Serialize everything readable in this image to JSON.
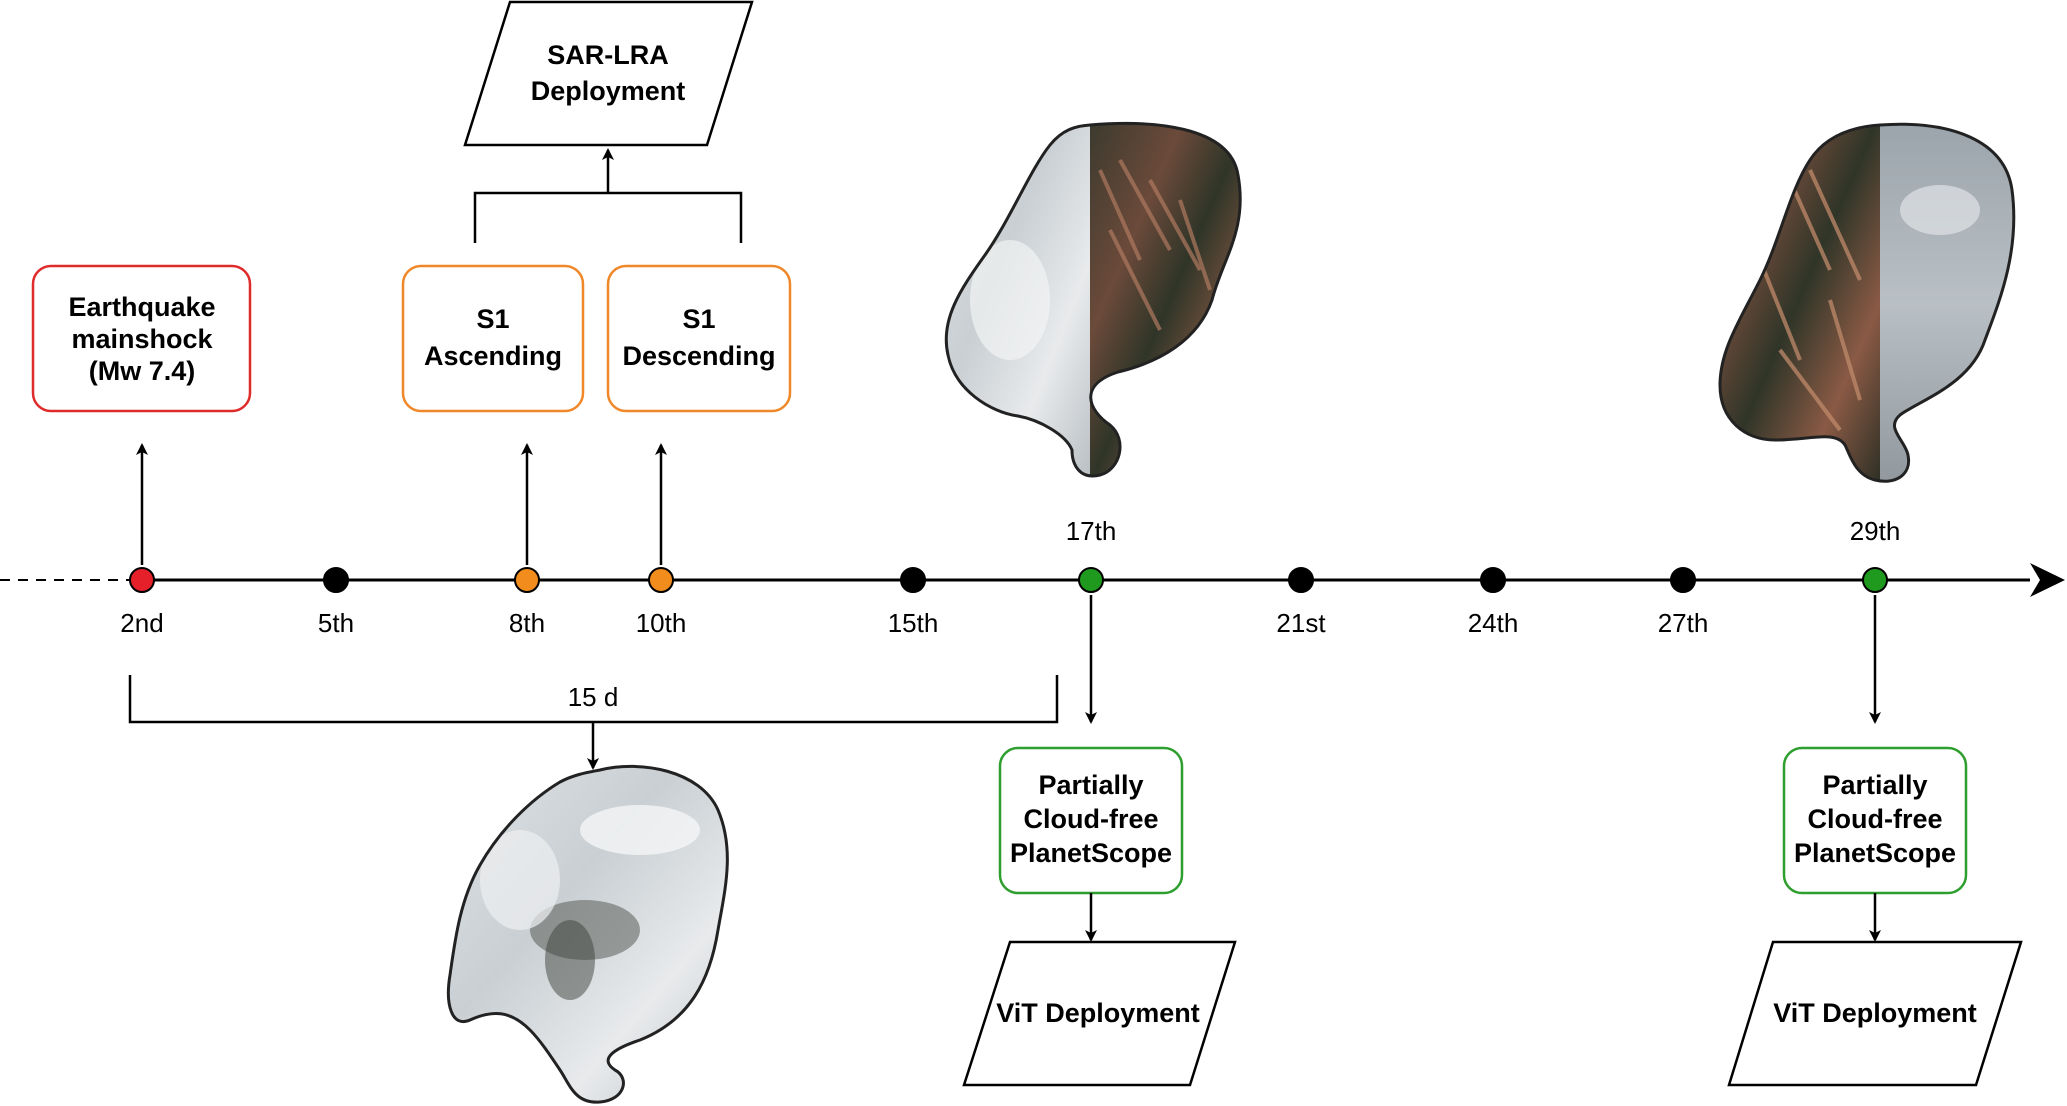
{
  "timeline": {
    "dates": [
      {
        "label": "2nd",
        "status": "event"
      },
      {
        "label": "5th",
        "status": "none"
      },
      {
        "label": "8th",
        "status": "sar"
      },
      {
        "label": "10th",
        "status": "sar"
      },
      {
        "label": "15th",
        "status": "none"
      },
      {
        "label": "17th",
        "status": "optical"
      },
      {
        "label": "21st",
        "status": "none"
      },
      {
        "label": "24th",
        "status": "none"
      },
      {
        "label": "27th",
        "status": "none"
      },
      {
        "label": "29th",
        "status": "optical"
      }
    ],
    "interval_label": "15 d"
  },
  "boxes": {
    "earthquake": {
      "line1": "Earthquake",
      "line2": "mainshock",
      "line3": "(Mw 7.4)"
    },
    "s1_ascending": {
      "line1": "S1",
      "line2": "Ascending"
    },
    "s1_descending": {
      "line1": "S1",
      "line2": "Descending"
    },
    "sar_lra": {
      "line1": "SAR-LRA",
      "line2": "Deployment"
    },
    "planetscope_17": {
      "line1": "Partially",
      "line2": "Cloud-free",
      "line3": "PlanetScope"
    },
    "planetscope_29": {
      "line1": "Partially",
      "line2": "Cloud-free",
      "line3": "PlanetScope"
    },
    "vit_17": {
      "label": "ViT Deployment"
    },
    "vit_29": {
      "label": "ViT Deployment"
    }
  },
  "colors": {
    "event": "#e5202a",
    "sar": "#f28c1c",
    "optical": "#1f9a1f",
    "none": "#000000",
    "event_border": "#e02b2b",
    "sar_border": "#f0882a",
    "optical_border": "#2e9e2e"
  },
  "icons": {
    "thumbnail_cloudy": "cloud-covered-landslide-area-thumbnail",
    "thumbnail_17": "half-cloudy-landslide-area-thumbnail",
    "thumbnail_29": "half-cloudy-landslide-area-thumbnail"
  }
}
